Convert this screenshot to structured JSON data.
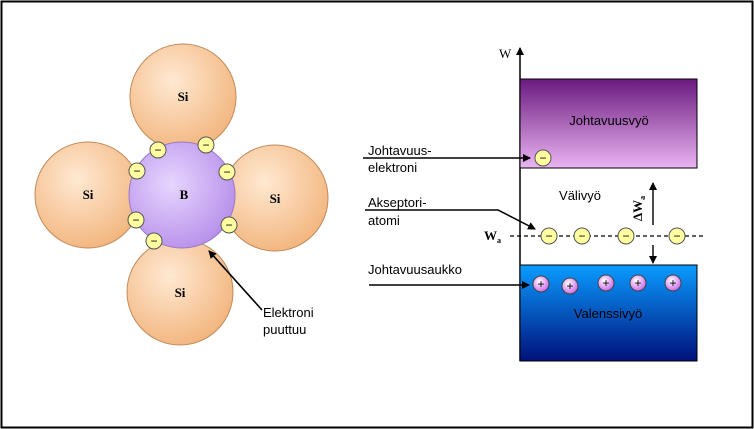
{
  "atom_model": {
    "silicon_label": "Si",
    "boron_label": "B",
    "missing_electron_label": [
      "Elektroni",
      "puuttuu"
    ]
  },
  "band_diagram": {
    "energy_axis_label": "W",
    "conduction_band_label": "Johtavuusvyö",
    "band_gap_label": "Välivyö",
    "valence_band_label": "Valenssivyö",
    "acceptor_level_label": "W",
    "acceptor_level_subscript": "a",
    "delta_w_label": "ΔW",
    "delta_w_subscript": "a",
    "conduction_electron_label": [
      "Johtavuus-",
      "elektroni"
    ],
    "acceptor_atom_label": [
      "Akseptori-",
      "atomi"
    ],
    "hole_label": "Johtavuusaukko"
  },
  "symbols": {
    "electron": "−",
    "hole": "+"
  },
  "colors": {
    "silicon": "#f5c28e",
    "boron": "#c8a4f2",
    "electron_fill": "#ffffa0",
    "conduction_band_top": "#6a1a7e",
    "conduction_band_bottom": "#e8aaf0",
    "valence_band_top": "#0090ff",
    "valence_band_bottom": "#000080",
    "hole_fill": "#d880f0"
  }
}
